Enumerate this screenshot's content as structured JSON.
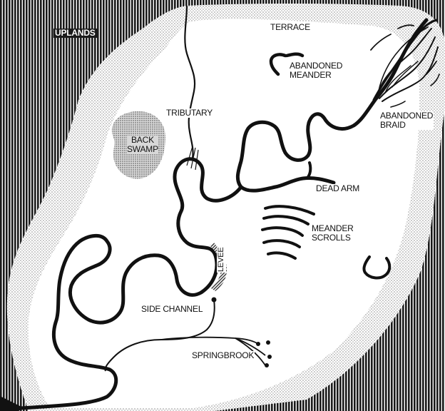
{
  "labels": {
    "uplands": "UPLANDS",
    "terrace": "TERRACE",
    "abandoned_meander": [
      "ABANDONED",
      "MEANDER"
    ],
    "tributary": "TRIBUTARY",
    "back_swamp": [
      "BACK",
      "SWAMP"
    ],
    "abandoned_braid": [
      "ABANDONED",
      "BRAID"
    ],
    "dead_arm": "DEAD ARM",
    "meander_scrolls": [
      "MEANDER",
      "SCROLLS"
    ],
    "levee": "LEVEE",
    "side_channel": "SIDE CHANNEL",
    "springbrook": "SPRINGBROOK"
  },
  "colors": {
    "ink": "#111111",
    "uplands_hatch": "#1a1a1a",
    "terrace_stipple": "#9a9a9a",
    "floodplain": "#ffffff"
  }
}
